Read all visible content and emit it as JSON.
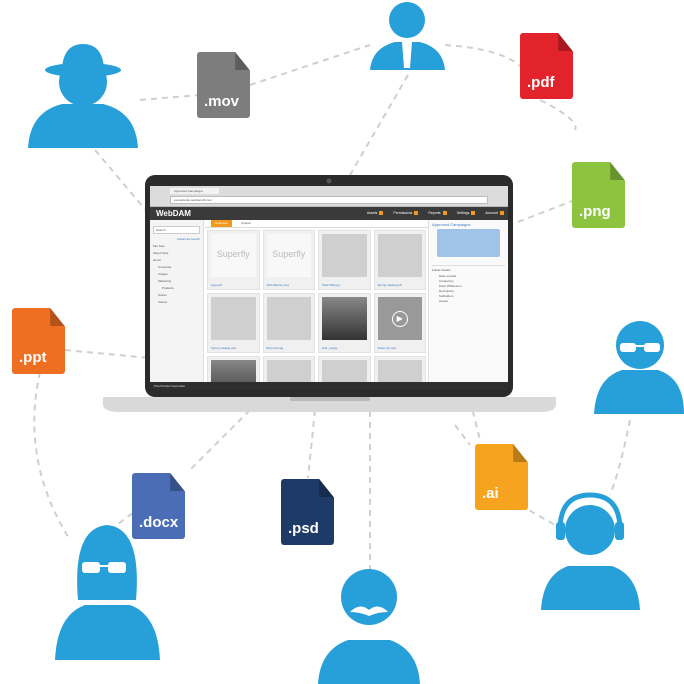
{
  "colors": {
    "people": "#27a0da",
    "lines": "#cfcfcf",
    "mov": "#7d7d7d",
    "pdf": "#e2232b",
    "png": "#8cc43f",
    "ppt": "#ef6f22",
    "ai": "#f6a420",
    "docx": "#4a6db5",
    "psd": "#1e3b68",
    "accent": "#f29a1f"
  },
  "files": [
    {
      "ext": ".mov",
      "color": "#7d7d7d"
    },
    {
      "ext": ".pdf",
      "color": "#e2232b"
    },
    {
      "ext": ".png",
      "color": "#8cc43f"
    },
    {
      "ext": ".ppt",
      "color": "#ef6f22"
    },
    {
      "ext": ".ai",
      "color": "#f6a420"
    },
    {
      "ext": ".docx",
      "color": "#4a6db5"
    },
    {
      "ext": ".psd",
      "color": "#1e3b68"
    }
  ],
  "people": [
    "hat-person",
    "suit-person",
    "glasses-person",
    "headphones-person",
    "woman-glasses-person",
    "mustache-person"
  ],
  "app": {
    "tab_title": "Approved Campaigns",
    "url": "examplesite.webdamdb.com",
    "logo": "WebDAM",
    "nav": [
      "Assets",
      "Permissions",
      "Reports",
      "Settings",
      "Account"
    ],
    "search_placeholder": "Search",
    "sidebar": [
      "Advanced search",
      "File Sets",
      "Saved Sets",
      "Home",
      "Corporate",
      "Images",
      "Marketing",
      "Products",
      "Stores",
      "Videos"
    ],
    "toolbar": {
      "overview": "Overview",
      "upload": "Upload"
    },
    "cards": [
      {
        "caption": "logo.pdf",
        "art": "Superfly"
      },
      {
        "caption": "Web Banner.png",
        "art": "Superfly"
      },
      {
        "caption": "SSH7290.jpg",
        "art": ""
      },
      {
        "caption": "Spring catalog.pdf",
        "art": ""
      },
      {
        "caption": "Spring catalog.psd",
        "art": ""
      },
      {
        "caption": "Brand kit.jpg",
        "art": ""
      },
      {
        "caption": "Hair_ad.jpg",
        "art": ""
      },
      {
        "caption": "Video ad.mp4",
        "art": ""
      },
      {
        "caption": "",
        "art": ""
      },
      {
        "caption": "",
        "art": ""
      },
      {
        "caption": "",
        "art": ""
      },
      {
        "caption": "",
        "art": ""
      }
    ],
    "panel_title": "Approved Campaigns",
    "folder_details": "Folder Details",
    "details": [
      "Date created",
      "Created by",
      "Peter Williamson",
      "Description",
      "Subfolders",
      "Assets"
    ],
    "status": "Pixel Perfect Generator"
  }
}
